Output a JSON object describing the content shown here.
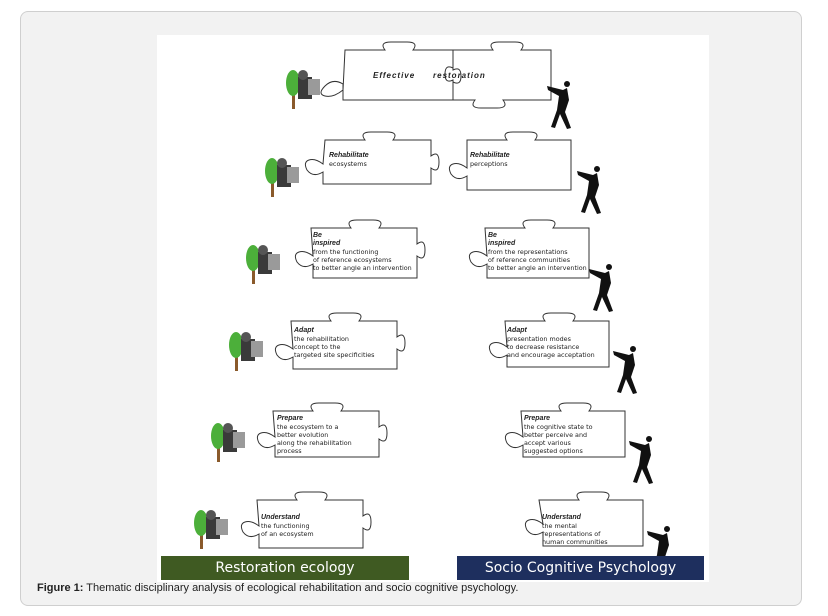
{
  "figure": {
    "top_left": "Effective",
    "top_right": "restoration",
    "left_pieces": [
      {
        "title": "Rehabilitate",
        "lines": [
          "ecosystems"
        ]
      },
      {
        "title": "Be\ninspired",
        "lines": [
          "from the functioning",
          "of reference ecosystems",
          "to better angle an intervention"
        ]
      },
      {
        "title": "Adapt",
        "lines": [
          "the rehabilitation",
          "concept to the",
          "targeted site specificities"
        ]
      },
      {
        "title": "Prepare",
        "lines": [
          "the ecosystem to a",
          "better evolution",
          "along the rehabilitation",
          "process"
        ]
      },
      {
        "title": "Understand",
        "lines": [
          "the functioning",
          "of an ecosystem"
        ]
      }
    ],
    "right_pieces": [
      {
        "title": "Rehabilitate",
        "lines": [
          "perceptions"
        ]
      },
      {
        "title": "Be\ninspired",
        "lines": [
          "from the representations",
          "of reference communities",
          "to better angle an intervention"
        ]
      },
      {
        "title": "Adapt",
        "lines": [
          "presentation modes",
          "to decrease resistance",
          "and encourage acceptation"
        ]
      },
      {
        "title": "Prepare",
        "lines": [
          "the cognitive state to",
          "better perceive and",
          "accept various",
          "suggested options"
        ]
      },
      {
        "title": "Understand",
        "lines": [
          "the mental",
          "representations of",
          "human communities"
        ]
      }
    ],
    "left_banner": "Restoration ecology",
    "right_banner": "Socio Cognitive Psychology",
    "colors": {
      "left_banner": "#3f5a22",
      "right_banner": "#1e2f5e",
      "tree_green": "#4caf3a",
      "trunk": "#8a5a2b"
    }
  },
  "caption": {
    "label": "Figure 1:",
    "text": " Thematic disciplinary analysis of ecological rehabilitation and socio cognitive psychology."
  }
}
